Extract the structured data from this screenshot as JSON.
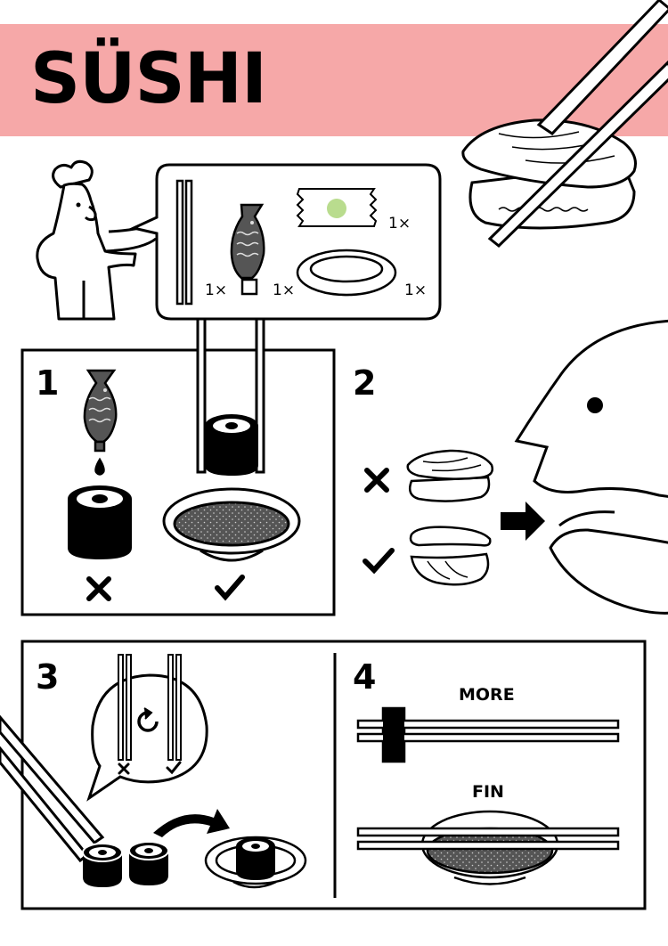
{
  "header": {
    "title": "SÜSHI"
  },
  "colors": {
    "band": "#f6a8a8",
    "ink": "#000000",
    "wasabi": "#b9dc8e",
    "soy": "#555555"
  },
  "parts": {
    "chopsticks_qty": "1×",
    "soy_fish_qty": "1×",
    "wasabi_qty": "1×",
    "dish_qty": "1×"
  },
  "steps": {
    "step1": "1",
    "step2": "2",
    "step3": "3",
    "step4": "4"
  },
  "step4": {
    "more_label": "MORE",
    "fin_label": "FIN"
  },
  "icons": [
    "chef-icon",
    "chopsticks-icon",
    "soy-fish-icon",
    "wasabi-packet-icon",
    "dish-icon",
    "sushi-roll-icon",
    "nigiri-icon",
    "face-icon",
    "cross-icon",
    "check-icon",
    "arrow-icon",
    "rotate-icon",
    "chopstick-rest-icon"
  ]
}
